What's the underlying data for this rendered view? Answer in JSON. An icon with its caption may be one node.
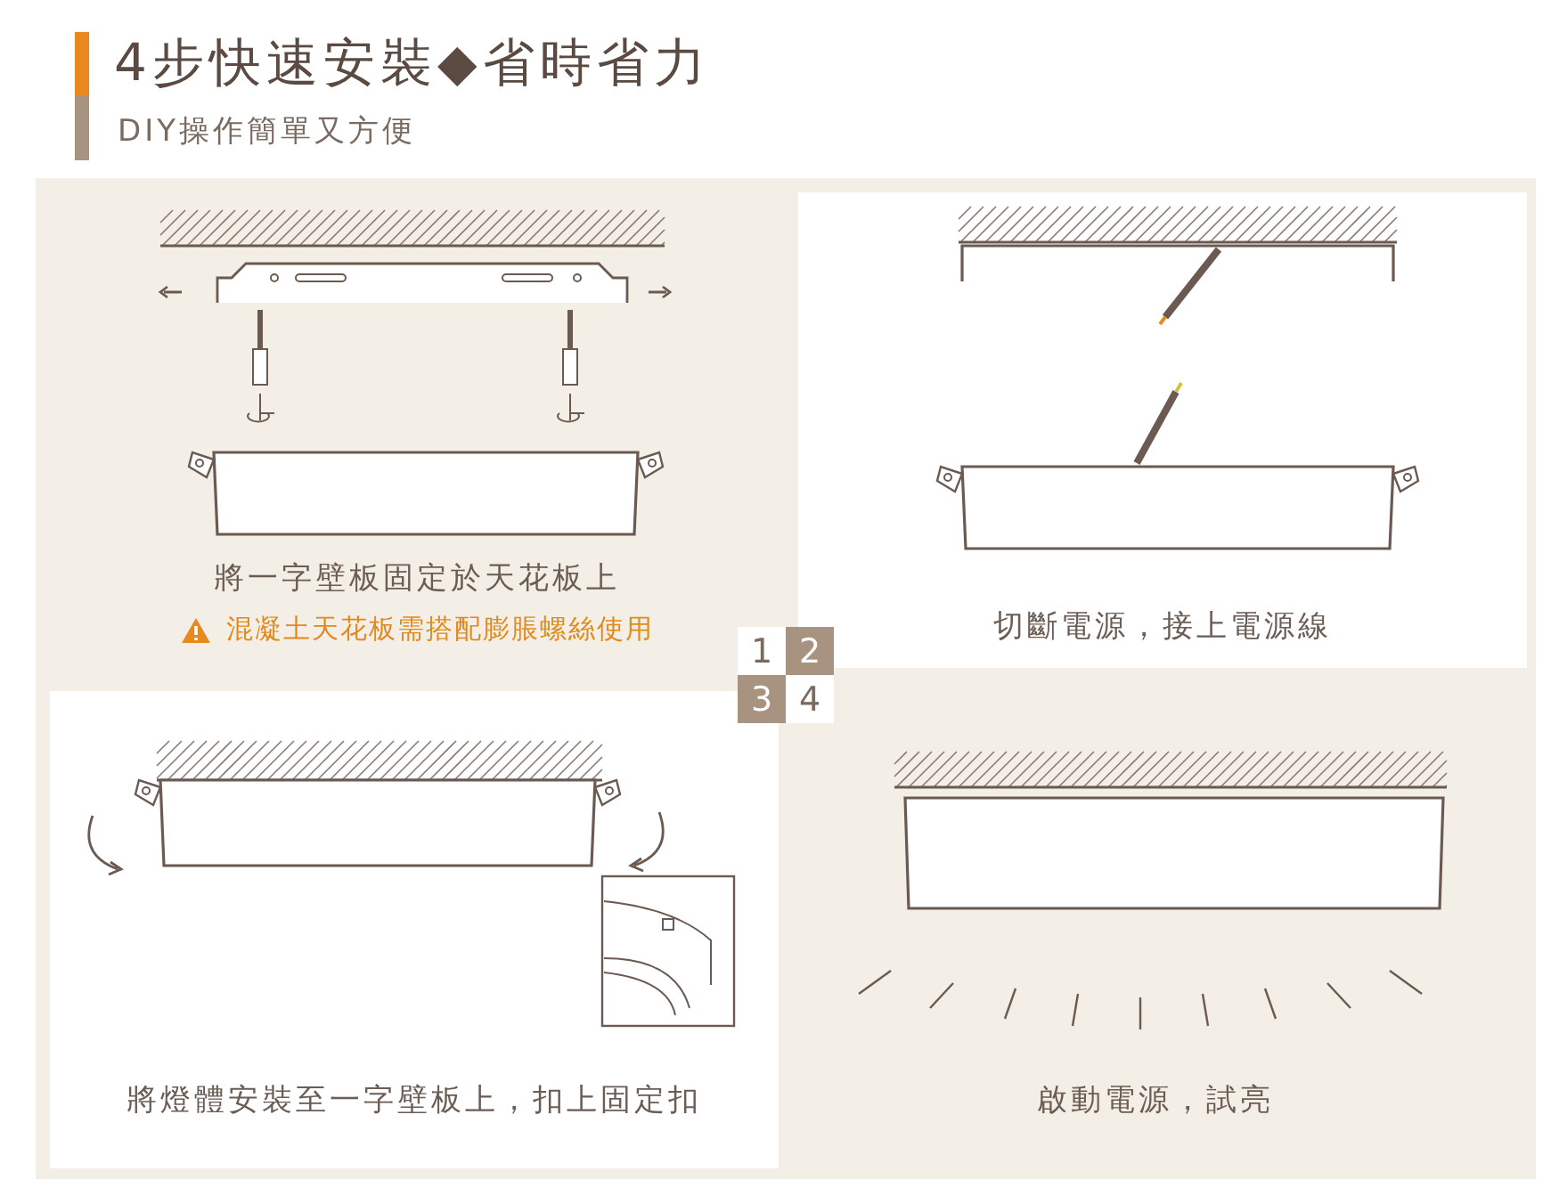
{
  "diagram": {
    "title": "4步快速安裝◆省時省力",
    "nodes": [
      {
        "text": [
          "將一字壁板固定於天花板上",
          "混凝土天花板需搭配膨脹螺絲使用"
        ]
      },
      {
        "text": [
          "切斷電源，接上電源線"
        ]
      },
      {
        "text": [
          "將燈體安裝至一字壁板上，扣上固定扣"
        ]
      },
      {
        "text": [
          "啟動電源，試亮"
        ]
      }
    ],
    "edges": [],
    "labels": [
      "DIY操作簡單又方便",
      "1",
      "2",
      "3",
      "4"
    ]
  }
}
